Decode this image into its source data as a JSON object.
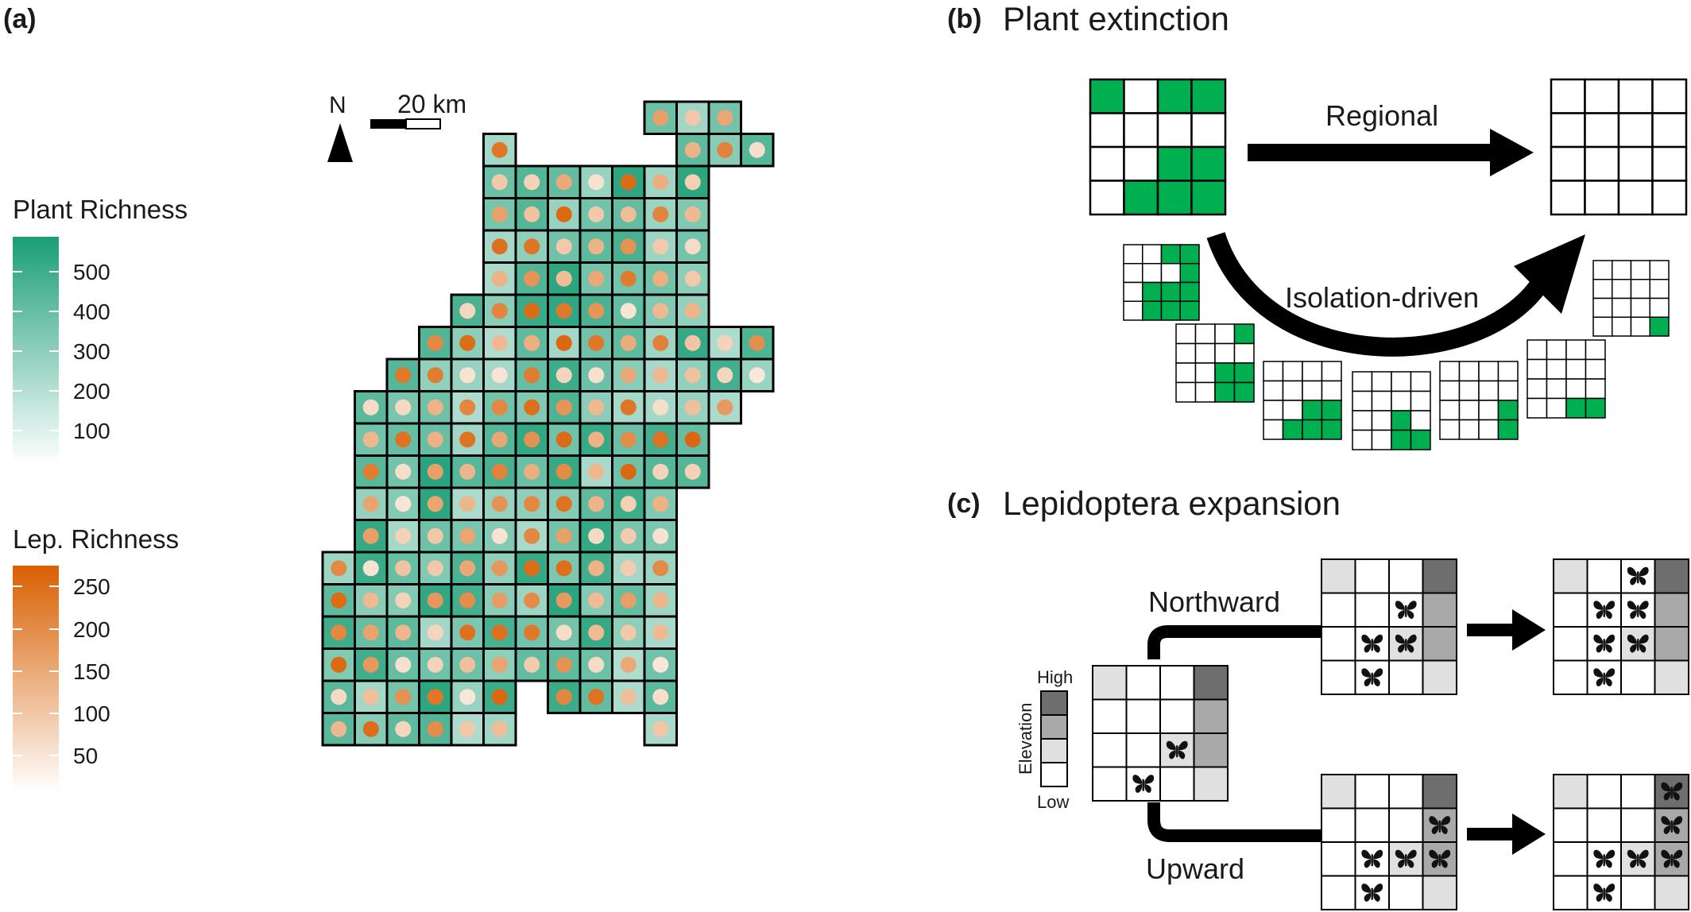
{
  "panels": {
    "a": {
      "label": "(a)"
    },
    "b": {
      "label": "(b)",
      "title": "Plant extinction"
    },
    "c": {
      "label": "(c)",
      "title": "Lepidoptera expansion"
    }
  },
  "legend": {
    "plant": {
      "title": "Plant Richness",
      "ticks": [
        "500",
        "400",
        "300",
        "200",
        "100"
      ],
      "color_low": "#ffffff",
      "color_high": "#1b9e77"
    },
    "lep": {
      "title": "Lep. Richness",
      "ticks": [
        "250",
        "200",
        "150",
        "100",
        "50"
      ],
      "color_low": "#ffffff",
      "color_high": "#d95f02"
    }
  },
  "map": {
    "north_label": "N",
    "scale_label": "20 km"
  },
  "panel_b": {
    "regional_label": "Regional",
    "isolation_label": "Isolation-driven",
    "fill_color": "#00b050"
  },
  "panel_c": {
    "northward_label": "Northward",
    "upward_label": "Upward",
    "elevation_label": "Elevation",
    "high_label": "High",
    "low_label": "Low"
  }
}
